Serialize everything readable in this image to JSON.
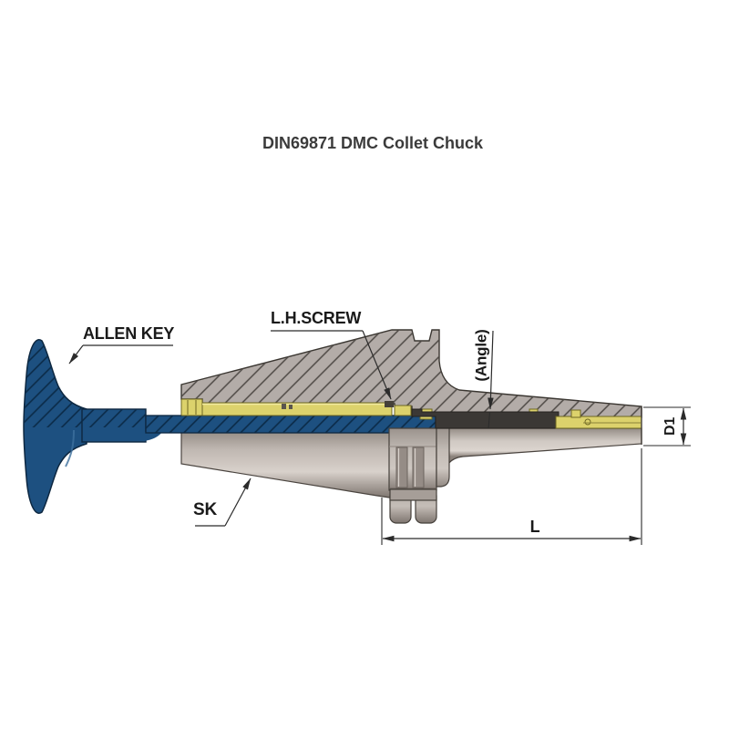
{
  "diagram": {
    "title": "DIN69871 DMC Collet Chuck",
    "labels": {
      "allen_key": "ALLEN KEY",
      "lh_screw": "L.H.SCREW",
      "angle": "(Angle)",
      "sk": "SK",
      "length": "L",
      "diameter": "D1"
    },
    "colors": {
      "allen_key_blue": "#1d5080",
      "body_gray": "#b3aca8",
      "hatch_line_gray": "#4e4945",
      "hatch_line_blue": "#0b2a47",
      "brass_yellow": "#dcd26c",
      "collet_dark": "#3b3835",
      "dimension_line": "#2b2b2b",
      "title_text": "#3b3b3b",
      "label_text": "#1a1a1a"
    }
  }
}
